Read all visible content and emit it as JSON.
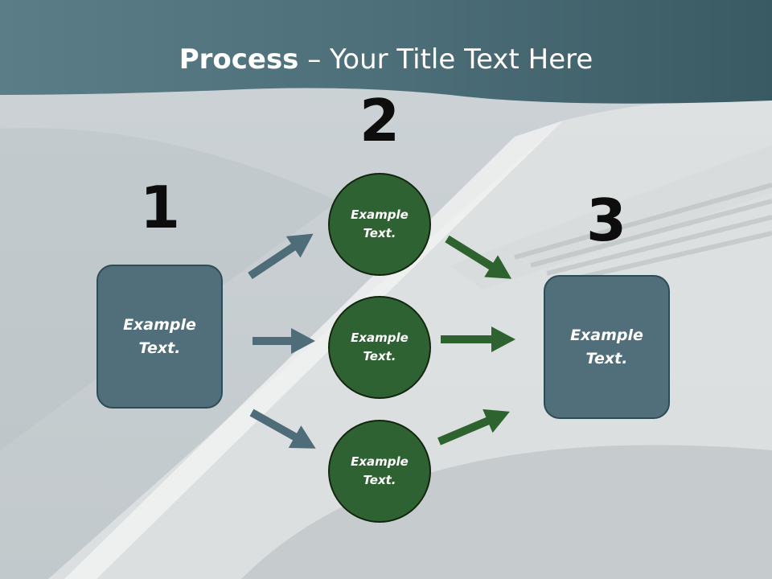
{
  "title": {
    "bold": "Process",
    "rest": " – Your Title Text Here"
  },
  "steps": {
    "one": "1",
    "two": "2",
    "three": "3"
  },
  "nodes": {
    "left": "Example\nText.",
    "top": "Example\nText.",
    "middle": "Example\nText.",
    "bottom": "Example\nText.",
    "right": "Example\nText."
  },
  "colors": {
    "box_fill": "#516f7a",
    "circle_fill": "#2f6232",
    "blue_arrow": "#4e6d79",
    "green_arrow": "#2e6330",
    "header": "#3e5f69"
  }
}
